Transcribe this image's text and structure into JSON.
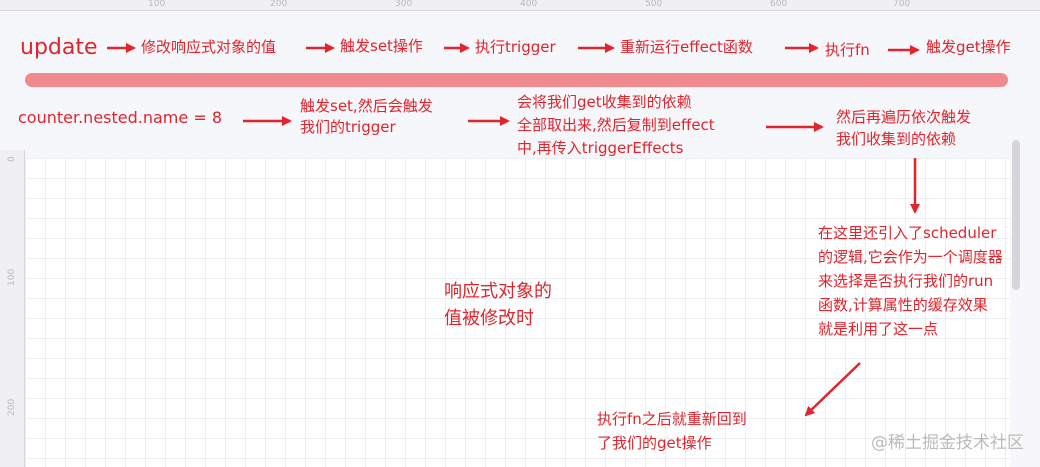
{
  "ruler": {
    "top_ticks": [
      "100",
      "200",
      "300",
      "400",
      "500",
      "600",
      "700"
    ],
    "left_ticks": [
      "0",
      "100",
      "200"
    ]
  },
  "flow1": [
    "update",
    "修改响应式对象的值",
    "触发set操作",
    "执行trigger",
    "重新运行effect函数",
    "执行fn",
    "触发get操作"
  ],
  "flow2": {
    "start": "counter.nested.name = 8",
    "step1": [
      "触发set,然后会触发",
      "我们的trigger"
    ],
    "step2": [
      "会将我们get收集到的依赖",
      "全部取出来,然后复制到effect",
      "中,再传入triggerEffects"
    ],
    "step3": [
      "然后再遍历依次触发",
      "我们收集到的依赖"
    ]
  },
  "scheduler_note": [
    "在这里还引入了scheduler",
    "的逻辑,它会作为一个调度器",
    "来选择是否执行我们的run",
    "函数,计算属性的缓存效果",
    "就是利用了这一点"
  ],
  "center_label": [
    "响应式对象的",
    "值被修改时"
  ],
  "back_note": [
    "执行fn之后就重新回到",
    "了我们的get操作"
  ],
  "watermark": "@稀土掘金技术社区",
  "colors": {
    "text": "#e0252d",
    "arrow": "#e0252d",
    "bar": "#f08a8e"
  }
}
